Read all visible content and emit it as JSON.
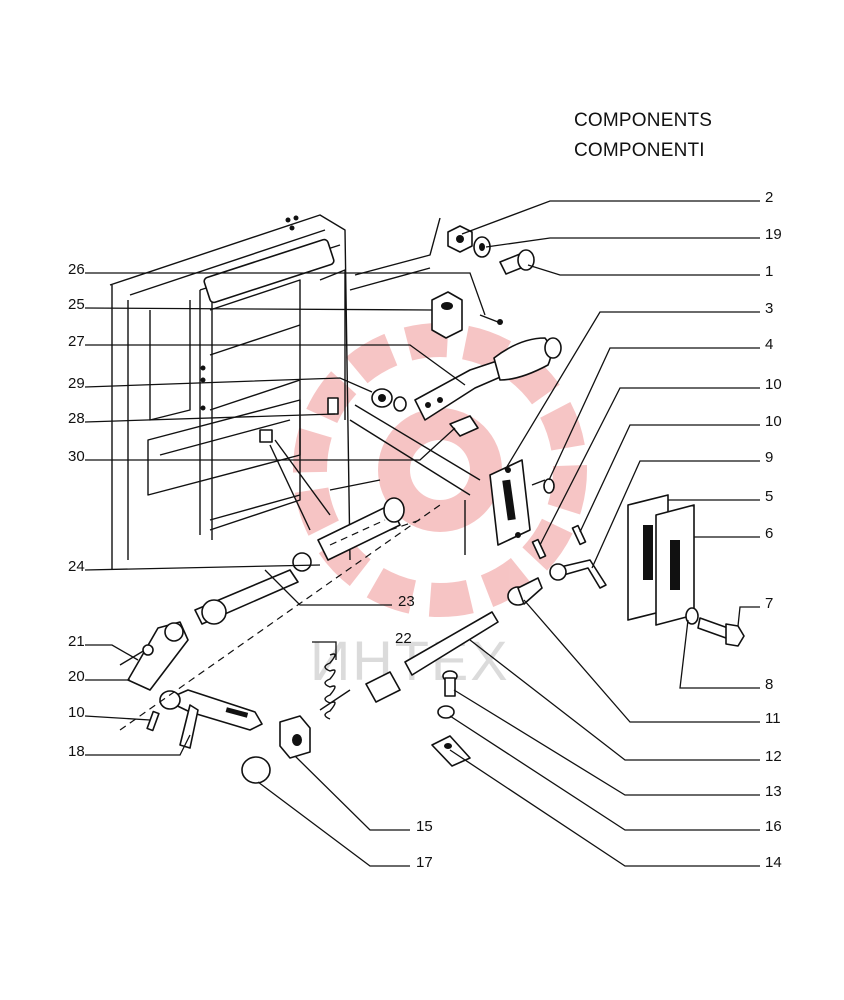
{
  "header": {
    "title_en": "COMPONENTS",
    "title_it": "COMPONENTI"
  },
  "watermark": {
    "text": "ИНТЕХ",
    "color": "#e03030"
  },
  "callouts": {
    "c2": "2",
    "c19": "19",
    "c1": "1",
    "c3": "3",
    "c4": "4",
    "c10a": "10",
    "c10b": "10",
    "c9": "9",
    "c5": "5",
    "c6": "6",
    "c7": "7",
    "c8": "8",
    "c11": "11",
    "c12": "12",
    "c13": "13",
    "c16": "16",
    "c14": "14",
    "c26": "26",
    "c25": "25",
    "c27": "27",
    "c29": "29",
    "c28": "28",
    "c30": "30",
    "c24": "24",
    "c23": "23",
    "c22": "22",
    "c21": "21",
    "c20": "20",
    "c10c": "10",
    "c18": "18",
    "c15": "15",
    "c17": "17"
  }
}
